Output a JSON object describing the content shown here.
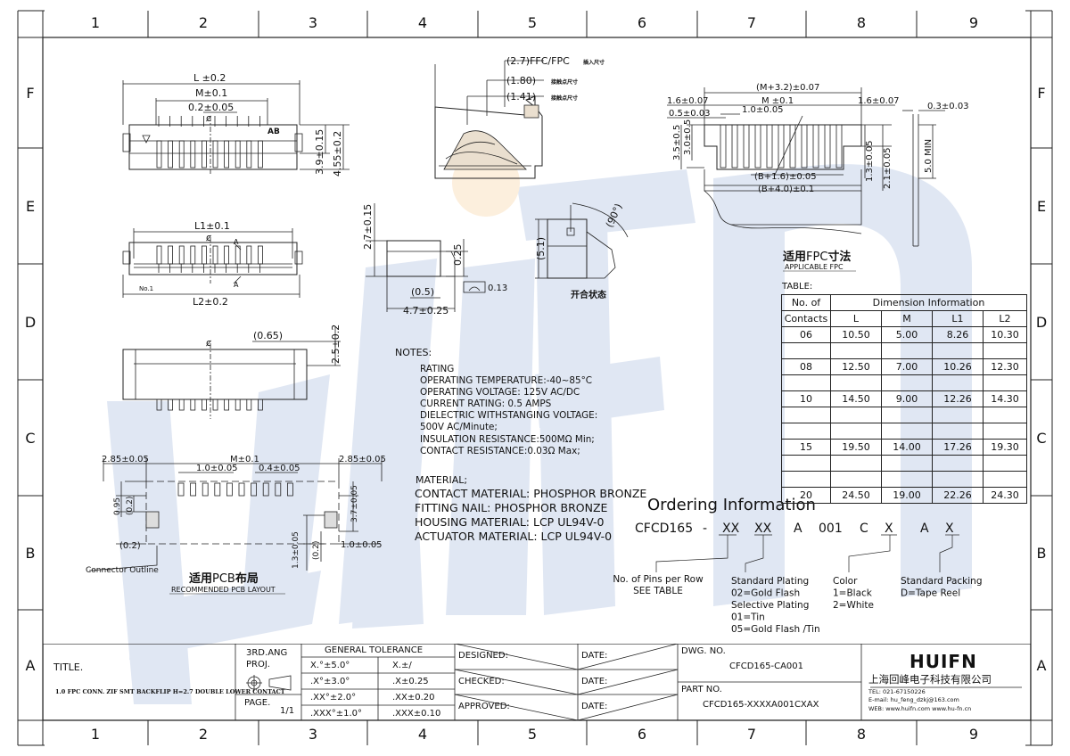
{
  "frame": {
    "columns": [
      "1",
      "2",
      "3",
      "4",
      "5",
      "6",
      "7",
      "8",
      "9"
    ],
    "rows": [
      "F",
      "E",
      "D",
      "C",
      "B",
      "A"
    ]
  },
  "watermark": {
    "text": "HUIFN",
    "color": "#c7d4ea"
  },
  "views": {
    "top": {
      "L": "L ±0.2",
      "M": "M±0.1",
      "pitch": "0.2±0.05",
      "cl": "ȼ",
      "ab": "AB",
      "h1": "3.9±0.15",
      "h2": "4.55±0.2"
    },
    "bottom": {
      "L1": "L1±0.1",
      "L2": "L2±0.2",
      "cl": "ȼ",
      "a1": "A",
      "a2": "A",
      "pin1": "No.1"
    },
    "front": {
      "d1": "(0.65)",
      "d2": "2.5±0.2",
      "cl": "ȼ"
    },
    "side": {
      "h": "2.7±0.15",
      "t": "0.25",
      "w": "4.7±0.25",
      "s": "(0.5)",
      "flat": "0.13"
    },
    "section": {
      "d1": "(2.7)FFC/FPC",
      "d1n": "插入尺寸",
      "d2": "(1.80)",
      "d2n": "接触点尺寸",
      "d3": "(1.41)",
      "d3n": "接触点尺寸"
    },
    "open": {
      "d1": "(5.1)",
      "d2": "(90°)",
      "label": "开合状态"
    }
  },
  "fpc": {
    "title_cn1": "适用",
    "title_en": "FPC",
    "title_cn2": "寸法",
    "subtitle": "APPLICABLE FPC",
    "d1": "(M+3.2)±0.07",
    "d2": "M ±0.1",
    "d3": "1.6±0.07",
    "d4": "1.6±0.07",
    "d5": "1.0±0.05",
    "d6": "0.5±0.03",
    "d7": "(B+1.6)±0.05",
    "d8": "(B+4.0)±0.1",
    "d9": "3.5±0.5",
    "d10": "3.0±0.5",
    "d11": "1.3±0.05",
    "d12": "2.1±0.05",
    "d13": "0.3±0.03",
    "d14": "5.0 MIN"
  },
  "pcb": {
    "d1": "2.85±0.05",
    "d2": "M±0.1",
    "d3": "2.85±0.05",
    "d4": "1.0±0.05",
    "d5": "0.4±0.05",
    "d6": "0.95",
    "d7": "(0.2)",
    "d8": "3.7±0.05",
    "d9": "(0.2)",
    "d10": "1.0±0.05",
    "d11": "1.3±0.05",
    "d12": "(0.2)",
    "outline": "Connector Outline",
    "title_cn1": "适用",
    "title_en": "PCB",
    "title_cn2": "布局",
    "subtitle": "RECOMMENDED PCB LAYOUT"
  },
  "notes": {
    "heading": "NOTES:",
    "rating": [
      "RATING",
      "OPERATING TEMPERATURE:-40~85°C",
      "OPERATING VOLTAGE: 125V AC/DC",
      "CURRENT RATING: 0.5 AMPS",
      "DIELECTRIC WITHSTANGING VOLTAGE:",
      " 500V AC/Minute;",
      "INSULATION RESISTANCE:500MΩ Min;",
      "CONTACT RESISTANCE:0.03Ω Max;"
    ],
    "material_heading": "MATERIAL;",
    "material": [
      "CONTACT MATERIAL: PHOSPHOR BRONZE",
      "FITTING NAIL: PHOSPHOR BRONZE",
      "HOUSING MATERIAL: LCP UL94V-0",
      "ACTUATOR MATERIAL: LCP UL94V-0"
    ]
  },
  "table": {
    "label": "TABLE:",
    "h_no": "No. of",
    "h_contacts": "Contacts",
    "h_dim": "Dimension Information",
    "cols": [
      "L",
      "M",
      "L1",
      "L2"
    ],
    "rows": [
      [
        "06",
        "10.50",
        "5.00",
        "8.26",
        "10.30"
      ],
      [
        "",
        "",
        "",
        "",
        ""
      ],
      [
        "08",
        "12.50",
        "7.00",
        "10.26",
        "12.30"
      ],
      [
        "",
        "",
        "",
        "",
        ""
      ],
      [
        "10",
        "14.50",
        "9.00",
        "12.26",
        "14.30"
      ],
      [
        "",
        "",
        "",
        "",
        ""
      ],
      [
        "",
        "",
        "",
        "",
        ""
      ],
      [
        "15",
        "19.50",
        "14.00",
        "17.26",
        "19.30"
      ],
      [
        "",
        "",
        "",
        "",
        ""
      ],
      [
        "",
        "",
        "",
        "",
        ""
      ],
      [
        "20",
        "24.50",
        "19.00",
        "22.26",
        "24.30"
      ]
    ]
  },
  "ordering": {
    "title": "Ordering Information",
    "code": [
      "CFCD165",
      "-",
      "XX",
      "XX",
      "A",
      "001",
      "C",
      "X",
      "A",
      "X"
    ],
    "pins": [
      "No. of Pins per Row",
      "SEE TABLE"
    ],
    "plating": [
      "Standard Plating",
      "02=Gold Flash",
      "Selective Plating",
      "01=Tin",
      "05=Gold Flash /Tin"
    ],
    "color": [
      "Color",
      "1=Black",
      "2=White"
    ],
    "packing": [
      "Standard Packing",
      "D=Tape Reel"
    ]
  },
  "titleblock": {
    "title_label": "TITLE.",
    "title_value": "1.0 FPC CONN. ZIF SMT BACKFLIP H=2.7 DOUBLE LOWER CONTACT",
    "ang1": "3RD.ANG",
    "ang2": "PROJ.",
    "page_label": "PAGE.",
    "page_value": "1/1",
    "tol_title": "GENERAL TOLERANCE",
    "tol_rows": [
      [
        "X.°±5.0°",
        "X.±/"
      ],
      [
        ".X°±3.0°",
        ".X±0.25"
      ],
      [
        ".XX°±2.0°",
        ".XX±0.20"
      ],
      [
        ".XXX°±1.0°",
        ".XXX±0.10"
      ]
    ],
    "designed": "DESIGNED:",
    "checked": "CHECKED:",
    "approved": "APPROVED:",
    "date": "DATE:",
    "dwg_label": "DWG. NO.",
    "dwg_value": "CFCD165-CA001",
    "part_label": "PART NO.",
    "part_value": "CFCD165-XXXXA001CXAX",
    "logo": "HUIFN",
    "company": "上海回峰电子科技有限公司",
    "tel": "TEL: 021-67150226",
    "email": "E-mail: hu_feng_dzkj@163.com",
    "web": "WEB: www.huifn.com   www.hu-fn.cn"
  }
}
